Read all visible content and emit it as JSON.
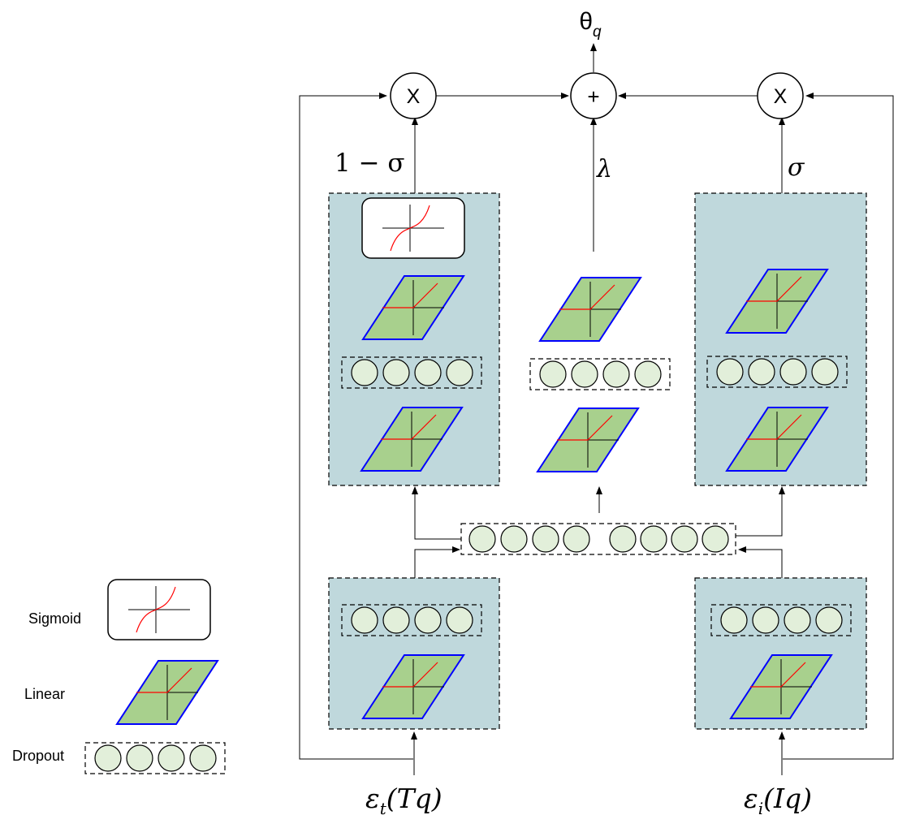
{
  "output_label": {
    "base": "θ",
    "sub": "q"
  },
  "operators": {
    "multiply": "X",
    "add": "+"
  },
  "gate_labels": {
    "left": "1 − σ",
    "center": "λ",
    "right": "σ"
  },
  "inputs": {
    "left": {
      "pre": "ε",
      "sub": "t",
      "post": "(Tq)"
    },
    "right": {
      "pre": "ε",
      "sub": "i",
      "post": "(Iq)"
    }
  },
  "legend": {
    "sigmoid": "Sigmoid",
    "linear": "Linear",
    "dropout": "Dropout"
  },
  "colors": {
    "block_fill": "#bfd8dc",
    "linear_fill": "#a8d08d",
    "linear_border": "#0000ff",
    "dropout_circle": "#e2efda",
    "curve": "#ff0000",
    "line": "#000000"
  }
}
